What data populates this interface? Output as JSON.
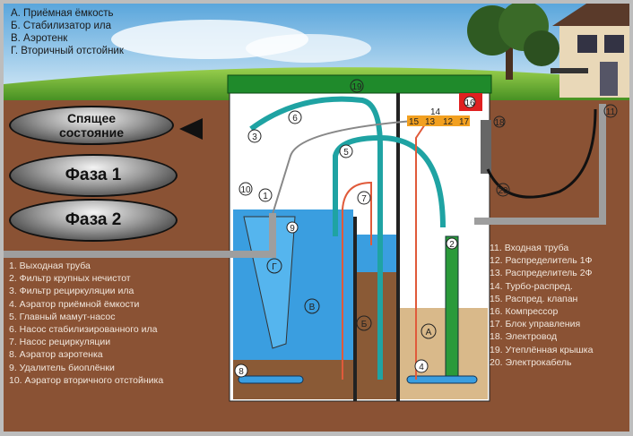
{
  "legend_top": [
    "А. Приёмная ёмкость",
    "Б. Стабилизатор ила",
    "В. Аэротенк",
    "Г. Вторичный отстойник"
  ],
  "buttons": {
    "sleep": "Спящее состояние",
    "phase1": "Фаза 1",
    "phase2": "Фаза 2"
  },
  "legend_left": [
    "1. Выходная труба",
    "2. Фильтр крупных нечистот",
    "3. Фильтр рециркуляции ила",
    "4. Аэратор приёмной ёмкости",
    "5. Главный мамут-насос",
    "6. Насос стабилизированного ила",
    "7. Насос рециркуляции",
    "8. Аэратор аэротенка",
    "9. Удалитель биоплёнки",
    "10. Аэратор вторичного отстойника"
  ],
  "legend_right": [
    "11. Входная труба",
    "12. Распределитель 1Ф",
    "13. Распределитель 2Ф",
    "14. Турбо-распред.",
    "15. Распред. клапан",
    "16. Компрессор",
    "17. Блок управления",
    "18. Электровод",
    "19. Утеплённая крышка",
    "20. Электрокабель"
  ],
  "chambers": {
    "a": "А",
    "b": "Б",
    "v": "В",
    "g": "Г"
  },
  "markers": {
    "m1": "1",
    "m2": "2",
    "m3": "3",
    "m4": "4",
    "m5": "5",
    "m6": "6",
    "m7": "7",
    "m8": "8",
    "m9": "9",
    "m10": "10",
    "m11": "11",
    "m12": "12",
    "m13": "13",
    "m14": "14",
    "m15": "15",
    "m16": "16",
    "m17": "17",
    "m18": "18",
    "m19": "19",
    "m20": "20"
  },
  "colors": {
    "water": "#3a9ee0",
    "soil": "#8a5234",
    "lid": "#1f8a2b",
    "pipe": "#9e9e9e",
    "hose": "#1fa3a3"
  }
}
